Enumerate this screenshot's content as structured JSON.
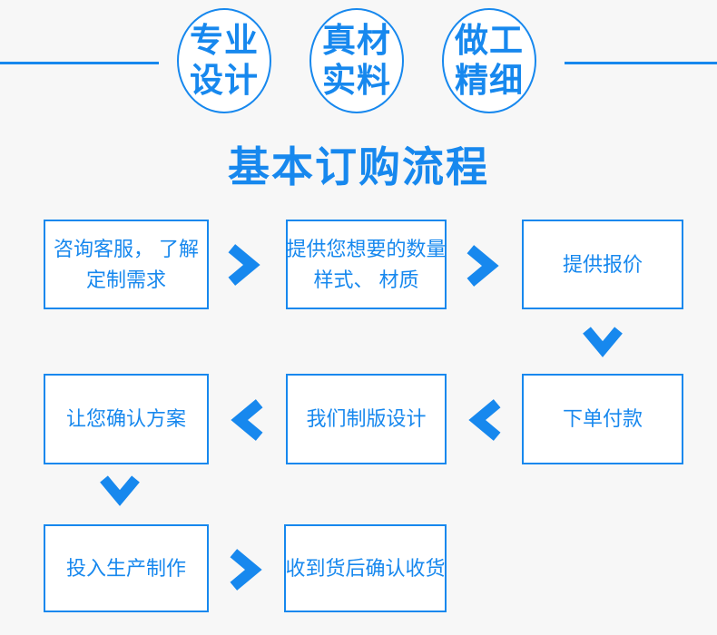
{
  "colors": {
    "accent": "#1788ee",
    "background": "#f7f7f7",
    "box_background": "#ffffff"
  },
  "badges": [
    {
      "name": "professional-design",
      "line1": "专业",
      "line2": "设计"
    },
    {
      "name": "real-materials",
      "line1": "真材",
      "line2": "实料"
    },
    {
      "name": "fine-workmanship",
      "line1": "做工",
      "line2": "精细"
    }
  ],
  "title": "基本订购流程",
  "flow": {
    "steps": [
      {
        "line1": "咨询客服， 了解",
        "line2": "定制需求"
      },
      {
        "line1": "提供您想要的数量",
        "line2": "样式、 材质"
      },
      {
        "line1": "提供报价",
        "line2": ""
      },
      {
        "line1": "下单付款",
        "line2": ""
      },
      {
        "line1": "我们制版设计",
        "line2": ""
      },
      {
        "line1": "让您确认方案",
        "line2": ""
      },
      {
        "line1": "投入生产制作",
        "line2": ""
      },
      {
        "line1": "收到货后确认收货",
        "line2": ""
      }
    ]
  },
  "icons": {
    "chevron_right": "chevron-right-icon",
    "chevron_left": "chevron-left-icon",
    "chevron_down": "chevron-down-icon"
  }
}
